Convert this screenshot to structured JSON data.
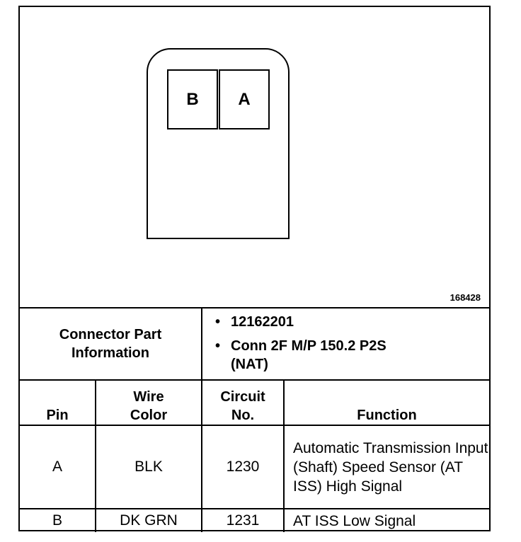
{
  "figure": {
    "connector_pins": [
      "B",
      "A"
    ],
    "figure_number": "168428"
  },
  "connector_info": {
    "label_line1": "Connector Part",
    "label_line2": "Information",
    "items": [
      "12162201",
      "Conn 2F M/P 150.2 P2S (NAT)"
    ]
  },
  "table": {
    "headers": {
      "pin": "Pin",
      "wire_color_line1": "Wire",
      "wire_color_line2": "Color",
      "circuit_line1": "Circuit",
      "circuit_line2": "No.",
      "function": "Function"
    },
    "rows": [
      {
        "pin": "A",
        "wire_color": "BLK",
        "circuit": "1230",
        "function": "Automatic Transmission Input (Shaft) Speed Sensor (AT ISS) High Signal"
      },
      {
        "pin": "B",
        "wire_color": "DK GRN",
        "circuit": "1231",
        "function": "AT ISS Low Signal"
      }
    ]
  }
}
